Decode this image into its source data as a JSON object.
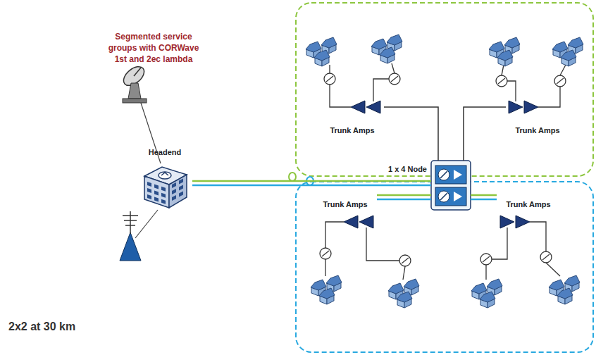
{
  "diagram": {
    "caption": "2x2 at 30 km",
    "nodes": [
      {
        "text": [
          "Trunk Amps"
        ]
      },
      {
        "text": [
          "Trunk Amps"
        ]
      },
      {
        "text": [
          "Headend"
        ]
      },
      {
        "text": [
          "1 x 4 Node"
        ]
      },
      {
        "text": [
          "Trunk Amps"
        ]
      },
      {
        "text": [
          "Trunk Amps"
        ]
      }
    ],
    "edges": [
      {
        "from": 2,
        "to": 3,
        "arrow": "none"
      },
      {
        "from": 3,
        "to": 0,
        "arrow": "none"
      },
      {
        "from": 3,
        "to": 1,
        "arrow": "none"
      },
      {
        "from": 3,
        "to": 4,
        "arrow": "none"
      },
      {
        "from": 3,
        "to": 5,
        "arrow": "none"
      }
    ],
    "labels": [
      "Segmented service groups with CORWave 1st and 2ec lambda"
    ]
  }
}
